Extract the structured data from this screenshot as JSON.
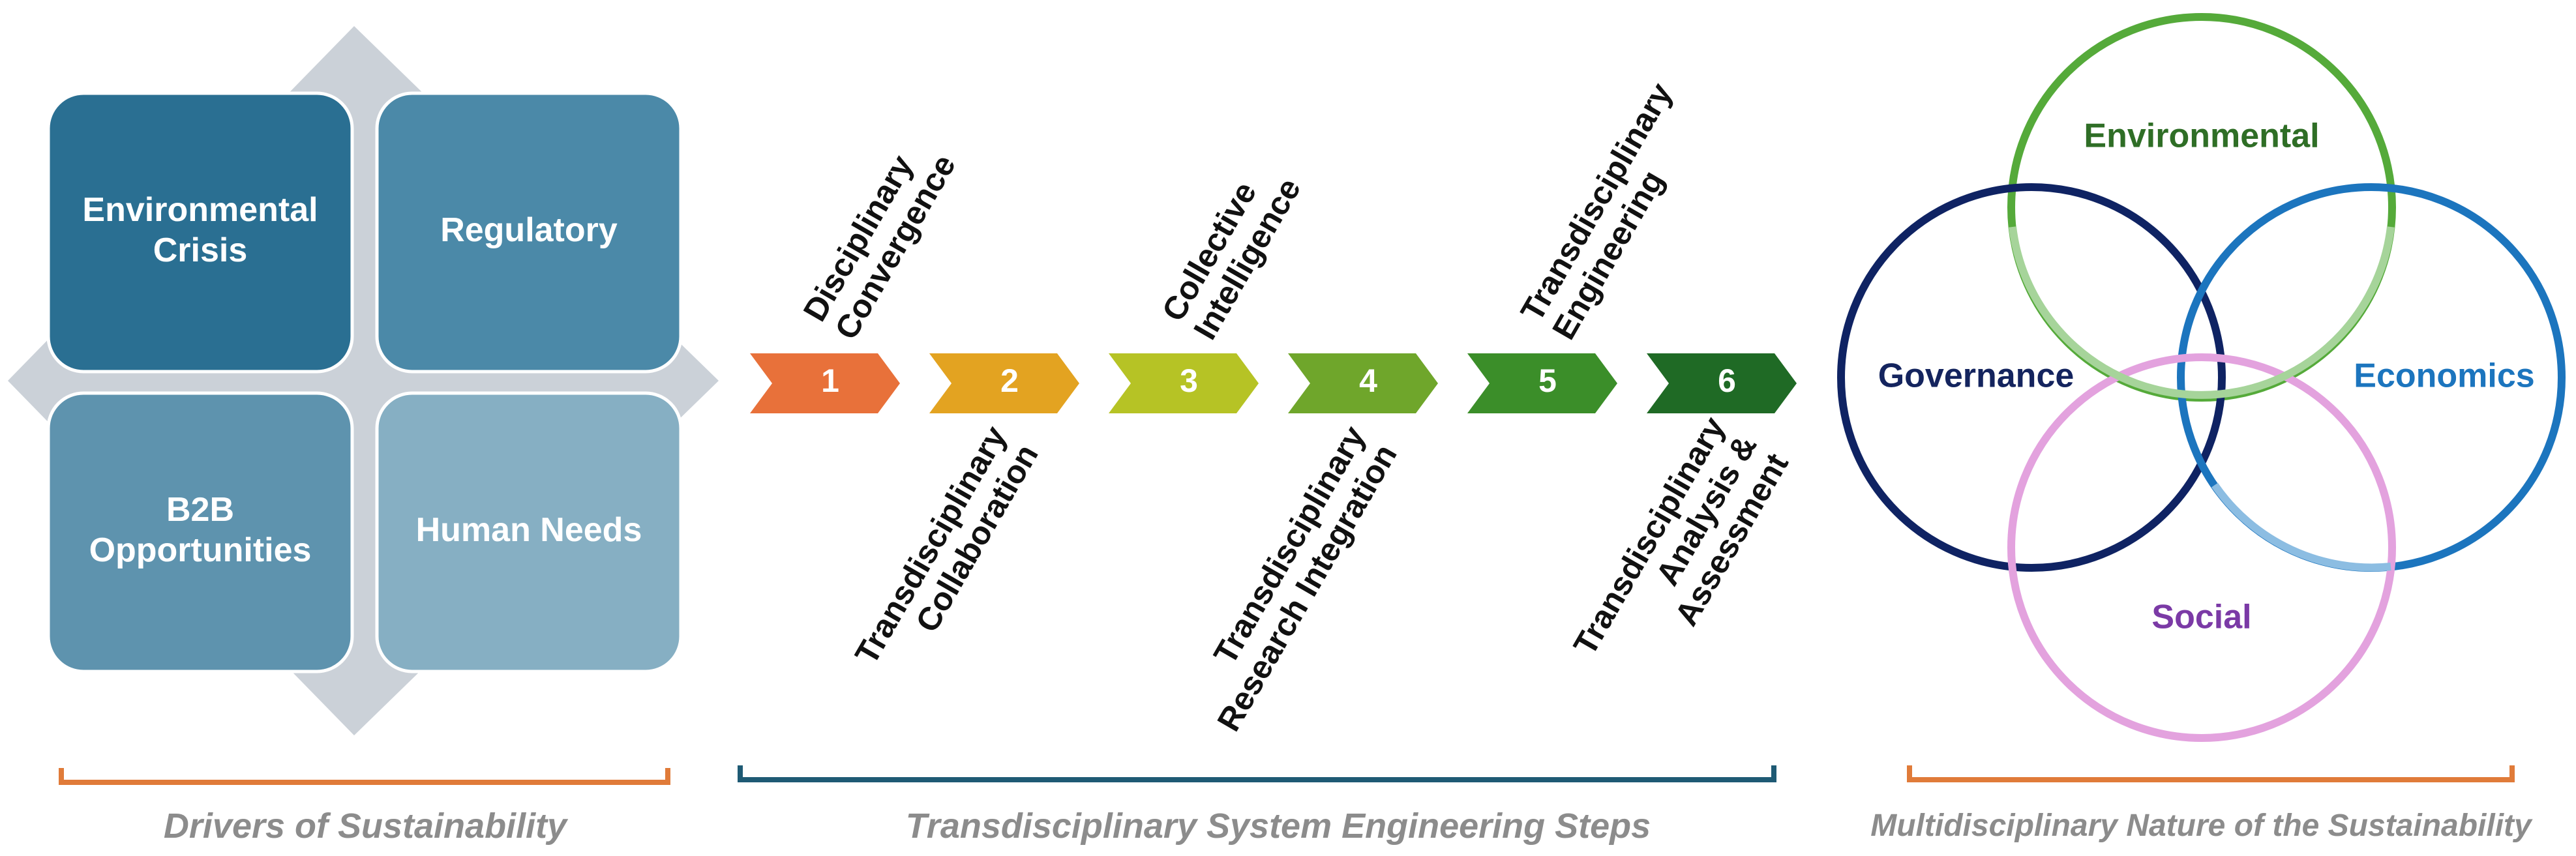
{
  "drivers": {
    "items": [
      {
        "lines": [
          "Environmental",
          "Crisis"
        ],
        "color": "#2a6f92"
      },
      {
        "lines": [
          "Regulatory"
        ],
        "color": "#4b89a8"
      },
      {
        "lines": [
          "B2B",
          "Opportunities"
        ],
        "color": "#5e93ae"
      },
      {
        "lines": [
          "Human Needs"
        ],
        "color": "#86afc3"
      }
    ],
    "diamond_color": "#cbd1d8",
    "caption": "Drivers of Sustainability",
    "bracket_color": "#e07b39"
  },
  "steps": {
    "items": [
      {
        "number": "1",
        "label": [
          "Disciplinary",
          "Convergence"
        ],
        "label_position": "above",
        "color": "#e8713a"
      },
      {
        "number": "2",
        "label": [
          "Transdisciplinary",
          "Collaboration"
        ],
        "label_position": "below",
        "color": "#e3a321"
      },
      {
        "number": "3",
        "label": [
          "Collective",
          "Intelligence"
        ],
        "label_position": "above",
        "color": "#b6c325"
      },
      {
        "number": "4",
        "label": [
          "Transdisciplinary",
          "Research Integration"
        ],
        "label_position": "below",
        "color": "#6fa62b"
      },
      {
        "number": "5",
        "label": [
          "Transdisciplinary",
          "Engineering"
        ],
        "label_position": "above",
        "color": "#3b8e29"
      },
      {
        "number": "6",
        "label": [
          "Transdisciplinary",
          "Analysis &",
          "Assessment"
        ],
        "label_position": "below",
        "color": "#1f6a25"
      }
    ],
    "caption": "Transdisciplinary System Engineering Steps",
    "bracket_color": "#1e5a74"
  },
  "sustainability": {
    "circles": [
      {
        "label": "Environmental",
        "color": "#55aa3a",
        "light_color": "#a6d49a",
        "text_color": "#2f6e26"
      },
      {
        "label": "Governance",
        "color": "#0f2363",
        "light_color": "#0f2363",
        "text_color": "#14245e"
      },
      {
        "label": "Economics",
        "color": "#1c75be",
        "light_color": "#8cbde2",
        "text_color": "#1c75be"
      },
      {
        "label": "Social",
        "color": "#e3a2de",
        "light_color": "#f0c9ed",
        "text_color": "#7b3aa6"
      }
    ],
    "caption": "Multidisciplinary Nature of the Sustainability",
    "bracket_color": "#e07b39"
  }
}
